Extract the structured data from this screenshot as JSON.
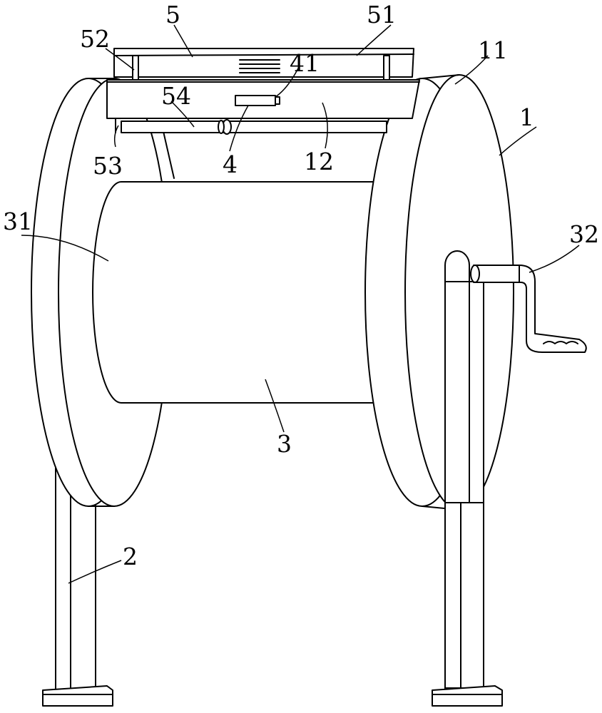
{
  "labels": {
    "l5": "5",
    "l51": "51",
    "l52": "52",
    "l41": "41",
    "l11": "11",
    "l54": "54",
    "l1": "1",
    "l53": "53",
    "l4": "4",
    "l12": "12",
    "l31": "31",
    "l32": "32",
    "l3": "3",
    "l2": "2"
  }
}
